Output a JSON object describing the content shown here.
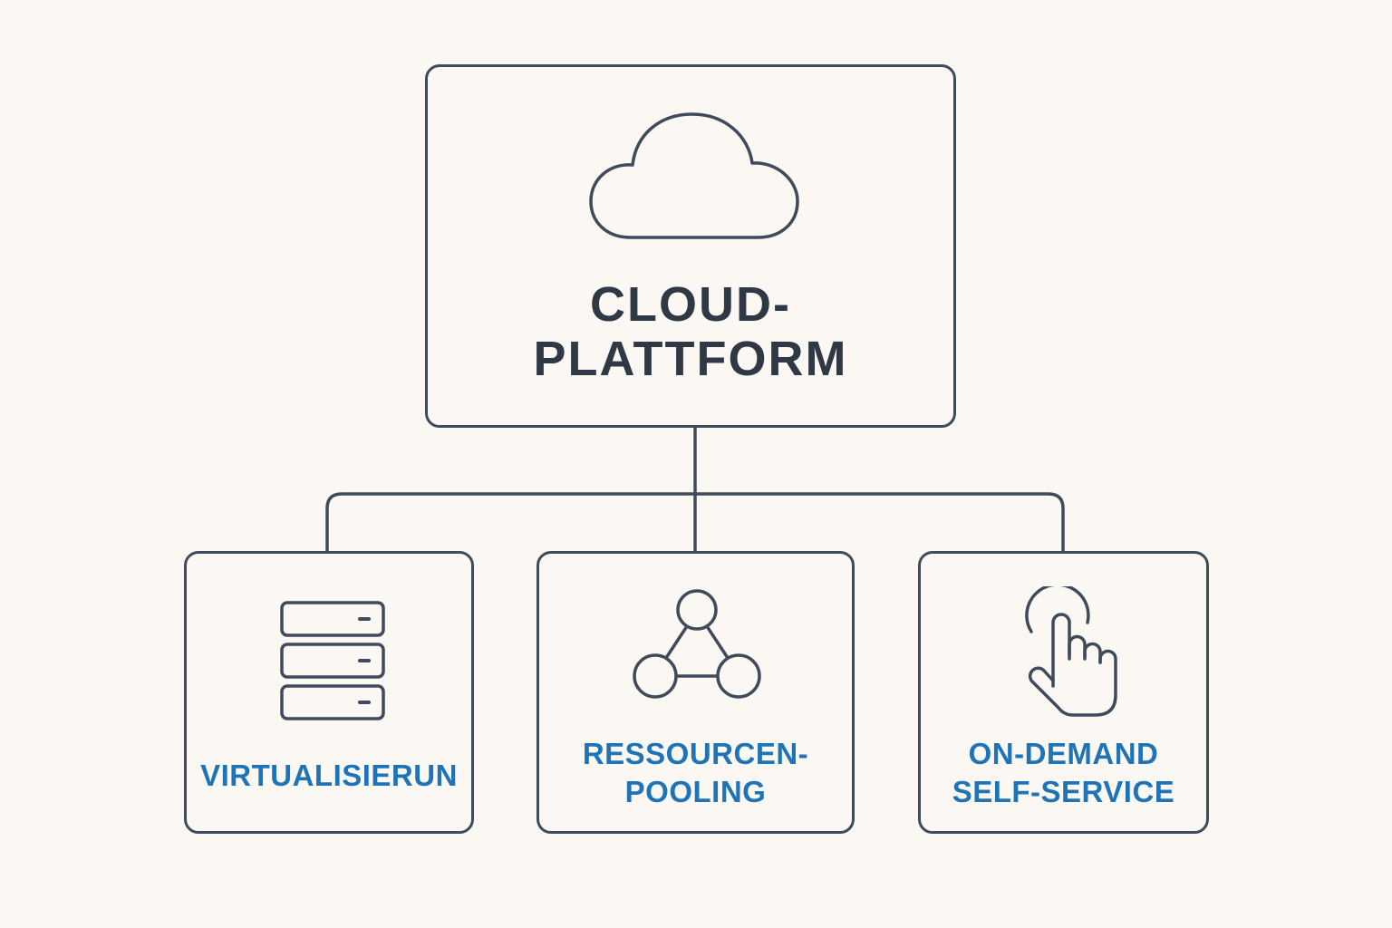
{
  "diagram": {
    "root": {
      "icon": "cloud-icon",
      "title_line1": "CLOUD-",
      "title_line2": "PLATTFORM"
    },
    "children": [
      {
        "icon": "server-stack-icon",
        "label_line1": "VIRTUALISIERUN"
      },
      {
        "icon": "network-nodes-icon",
        "label_line1": "RESSOURCEN-",
        "label_line2": "POOLING"
      },
      {
        "icon": "pointing-hand-icon",
        "label_line1": "ON-DEMAND",
        "label_line2": "SELF-SERVICE"
      }
    ]
  },
  "colors": {
    "background": "#fbf8f4",
    "stroke": "#3f4b5a",
    "root_text": "#2f3945",
    "child_text": "#1f73b7"
  }
}
